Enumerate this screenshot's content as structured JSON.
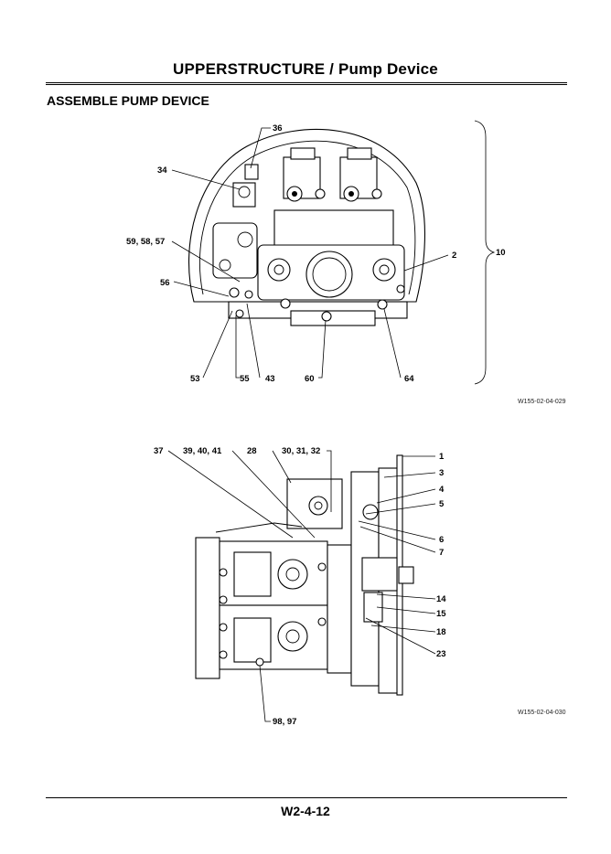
{
  "header": {
    "title": "UPPERSTRUCTURE / Pump Device"
  },
  "section": {
    "title": "ASSEMBLE PUMP DEVICE"
  },
  "figure1": {
    "code": "W155-02-04-029",
    "callouts": [
      "36",
      "34",
      "59, 58, 57",
      "56",
      "2",
      "10",
      "53",
      "55",
      "43",
      "60",
      "64"
    ]
  },
  "figure2": {
    "code": "W155-02-04-030",
    "callouts": [
      "37",
      "39, 40, 41",
      "28",
      "30, 31, 32",
      "1",
      "3",
      "4",
      "5",
      "6",
      "7",
      "14",
      "15",
      "18",
      "23",
      "98, 97"
    ]
  },
  "footer": {
    "page_number": "W2-4-12"
  }
}
